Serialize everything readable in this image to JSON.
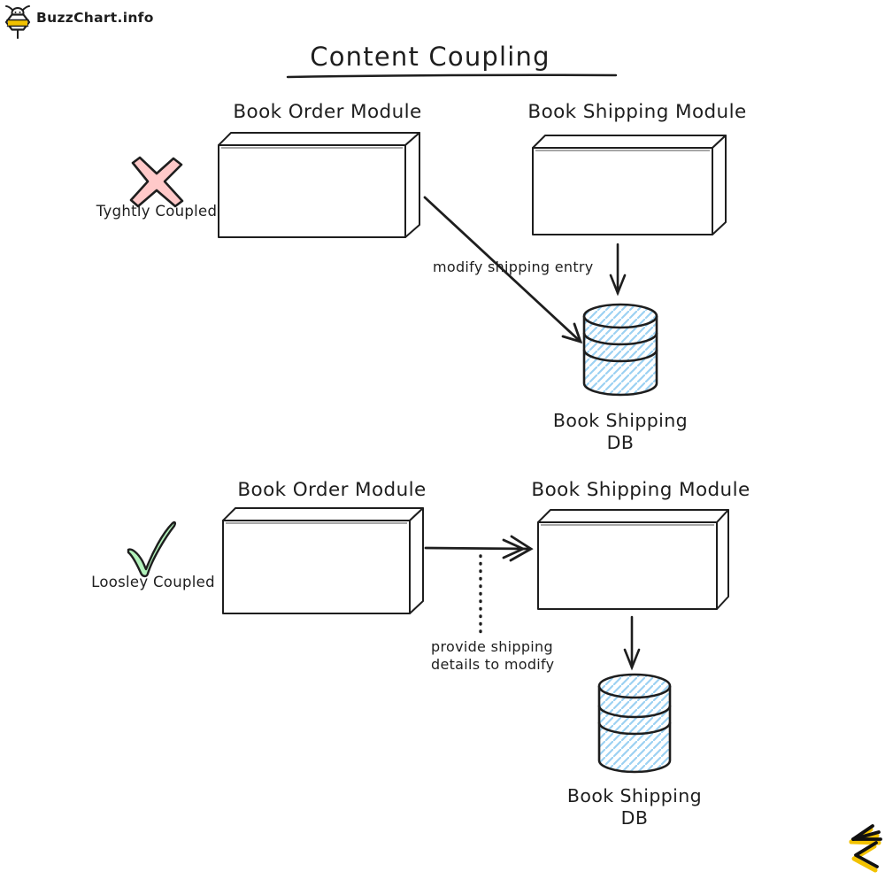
{
  "brand": {
    "logo_text": "BuzzChart.info",
    "logo_icon": "bee-icon",
    "corner_mark_icon": "bee-squiggle-icon"
  },
  "title": {
    "text": "Content Coupling"
  },
  "colors": {
    "ink": "#1e1e1e",
    "cross_fill": "#ffc9c9",
    "check_fill": "#b2f2bb",
    "db_hatch": "#9cd1f2",
    "bee_yellow": "#f2c200",
    "background": "#ffffff"
  },
  "tight_section": {
    "status": {
      "icon": "cross-icon",
      "label": "Tyghtly Coupled"
    },
    "modules": {
      "left": "Book Order Module",
      "right": "Book Shipping Module"
    },
    "arrow_label": "modify shipping entry",
    "db": {
      "label_line1": "Book Shipping",
      "label_line2": "DB"
    }
  },
  "loose_section": {
    "status": {
      "icon": "check-icon",
      "label": "Loosley Coupled"
    },
    "modules": {
      "left": "Book Order Module",
      "right": "Book Shipping Module"
    },
    "arrow_label_line1": "provide shipping",
    "arrow_label_line2": "details to modify",
    "db": {
      "label_line1": "Book Shipping",
      "label_line2": "DB"
    }
  }
}
